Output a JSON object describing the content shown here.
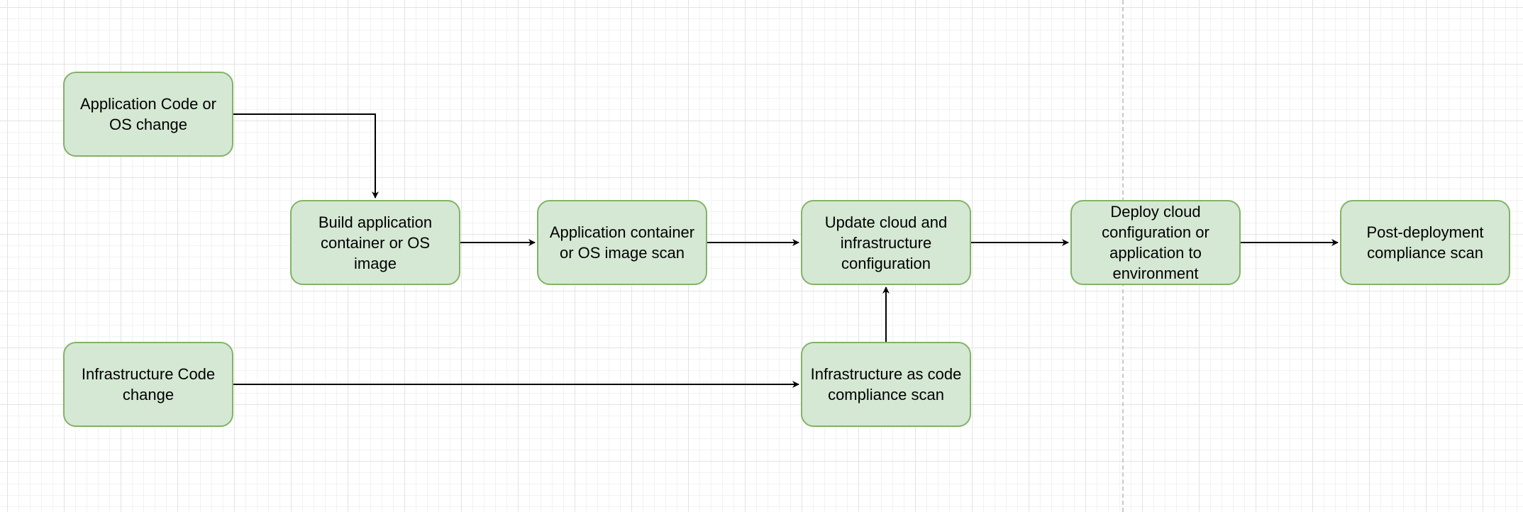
{
  "diagram": {
    "nodes": {
      "app_change": "Application Code or\nOS change",
      "build": "Build application\ncontainer or OS\nimage",
      "image_scan": "Application container\nor OS image scan",
      "update_config": "Update cloud and\ninfrastructure\nconfiguration",
      "deploy": "Deploy cloud\nconfiguration or\napplication to\nenvironment",
      "post_scan": "Post-deployment\ncompliance scan",
      "infra_change": "Infrastructure Code\nchange",
      "iac_scan": "Infrastructure as code\ncompliance scan"
    },
    "edges": [
      {
        "from": "app_change",
        "to": "build"
      },
      {
        "from": "build",
        "to": "image_scan"
      },
      {
        "from": "image_scan",
        "to": "update_config"
      },
      {
        "from": "update_config",
        "to": "deploy"
      },
      {
        "from": "deploy",
        "to": "post_scan"
      },
      {
        "from": "infra_change",
        "to": "iac_scan"
      },
      {
        "from": "iac_scan",
        "to": "update_config"
      }
    ],
    "colors": {
      "node_fill": "#d5e8d4",
      "node_stroke": "#82b366",
      "edge": "#000000",
      "grid": "#e3e3e3"
    }
  }
}
